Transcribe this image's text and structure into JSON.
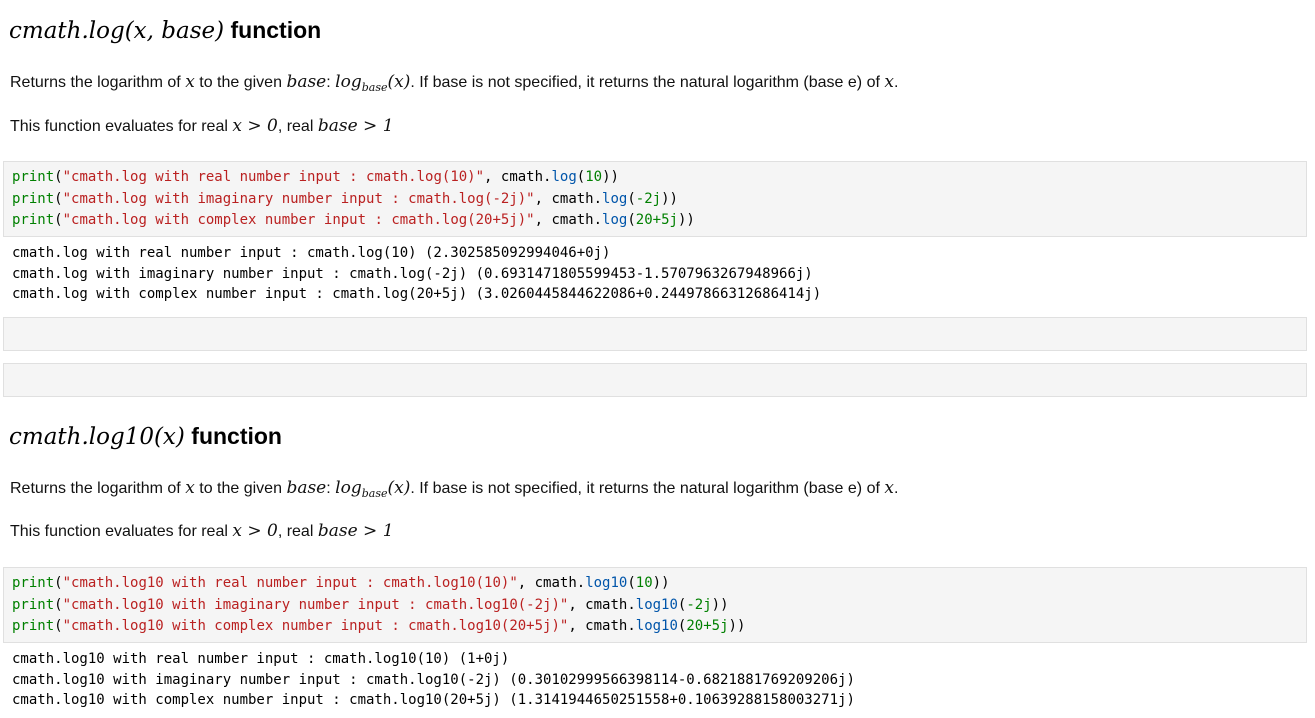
{
  "sections": [
    {
      "heading_math": "cmath.log(x, base)",
      "heading_text": "function",
      "desc": {
        "p1": "Returns the logarithm of",
        "x": "x",
        "p2": "to the given",
        "base": "base",
        "p3": ":",
        "log": "log",
        "sub": "base",
        "arg": "(x)",
        "p4": ". If base is not specified, it returns the natural logarithm (base e) of",
        "x2": "x",
        "p5": "."
      },
      "cond": {
        "p1": "This function evaluates for real",
        "c1": "x > 0",
        "p2": ", real",
        "c2": "base > 1"
      },
      "code": [
        {
          "print": "print",
          "str": "\"cmath.log with real number input : cmath.log(10)\"",
          "mid": ", cmath.",
          "fn": "log",
          "open": "(",
          "arg": "10",
          "close": "))"
        },
        {
          "print": "print",
          "str": "\"cmath.log with imaginary number input : cmath.log(-2j)\"",
          "mid": ", cmath.",
          "fn": "log",
          "open": "(",
          "arg": "-2j",
          "close": "))"
        },
        {
          "print": "print",
          "str": "\"cmath.log with complex number input : cmath.log(20+5j)\"",
          "mid": ", cmath.",
          "fn": "log",
          "open": "(",
          "arg": "20+5j",
          "close": "))"
        }
      ],
      "output": [
        "cmath.log with real number input : cmath.log(10) (2.302585092994046+0j)",
        "cmath.log with imaginary number input : cmath.log(-2j) (0.6931471805599453-1.5707963267948966j)",
        "cmath.log with complex number input : cmath.log(20+5j) (3.0260445844622086+0.24497866312686414j)"
      ]
    },
    {
      "heading_math": "cmath.log10(x)",
      "heading_text": "function",
      "desc": {
        "p1": "Returns the logarithm of",
        "x": "x",
        "p2": "to the given",
        "base": "base",
        "p3": ":",
        "log": "log",
        "sub": "base",
        "arg": "(x)",
        "p4": ". If base is not specified, it returns the natural logarithm (base e) of",
        "x2": "x",
        "p5": "."
      },
      "cond": {
        "p1": "This function evaluates for real",
        "c1": "x > 0",
        "p2": ", real",
        "c2": "base > 1"
      },
      "code": [
        {
          "print": "print",
          "str": "\"cmath.log10 with real number input : cmath.log10(10)\"",
          "mid": ", cmath.",
          "fn": "log10",
          "open": "(",
          "arg": "10",
          "close": "))"
        },
        {
          "print": "print",
          "str": "\"cmath.log10 with imaginary number input : cmath.log10(-2j)\"",
          "mid": ", cmath.",
          "fn": "log10",
          "open": "(",
          "arg": "-2j",
          "close": "))"
        },
        {
          "print": "print",
          "str": "\"cmath.log10 with complex number input : cmath.log10(20+5j)\"",
          "mid": ", cmath.",
          "fn": "log10",
          "open": "(",
          "arg": "20+5j",
          "close": "))"
        }
      ],
      "output": [
        "cmath.log10 with real number input : cmath.log10(10) (1+0j)",
        "cmath.log10 with imaginary number input : cmath.log10(-2j) (0.30102999566398114-0.6821881769209206j)",
        "cmath.log10 with complex number input : cmath.log10(20+5j) (1.3141944650251558+0.10639288158003271j)"
      ]
    }
  ],
  "colors": {
    "keyword": "#008000",
    "string": "#ba2121",
    "function": "#0055aa",
    "cell_background": "#f5f5f5"
  }
}
